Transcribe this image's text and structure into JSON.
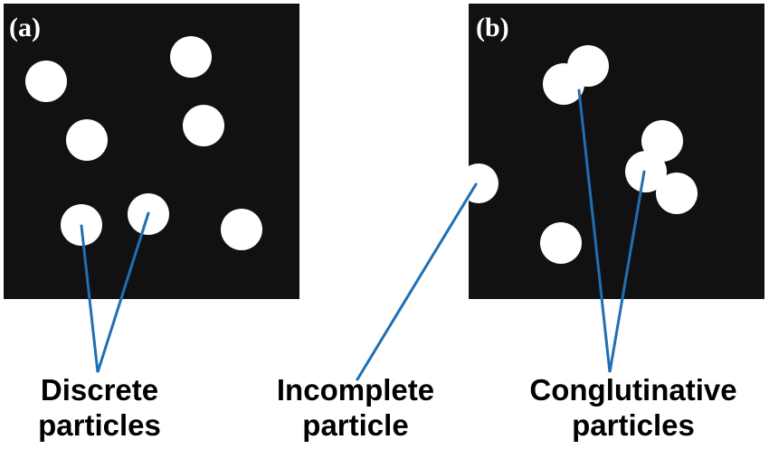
{
  "colors": {
    "panel_background": "#111111",
    "particle": "#ffffff",
    "leader_line": "#1f6fb2",
    "label_text": "#000000"
  },
  "panels": [
    {
      "letter": "(a)",
      "description_shown": "discrete particles only"
    },
    {
      "letter": "(b)",
      "description_shown": "incomplete and conglutinative particles"
    }
  ],
  "callouts": {
    "discrete": {
      "line1": "Discrete",
      "line2": "particles"
    },
    "incomplete": {
      "line1": "Incomplete",
      "line2": "particle"
    },
    "conglutinative": {
      "line1": "Conglutinative",
      "line2": "particles"
    }
  }
}
